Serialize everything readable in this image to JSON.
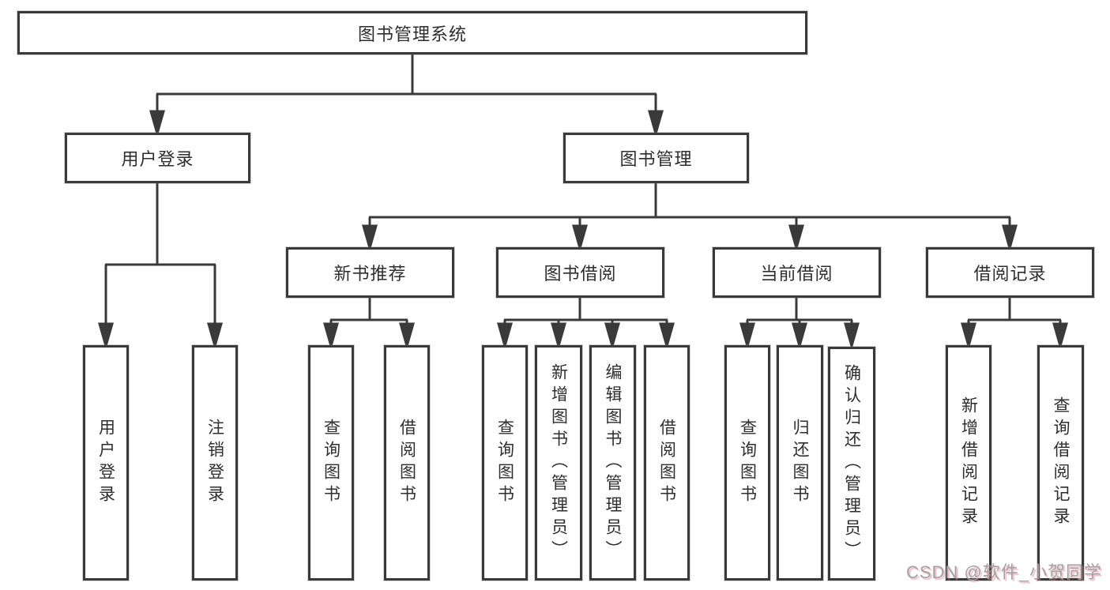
{
  "tree": {
    "root": "图书管理系统",
    "children": [
      {
        "label": "用户登录",
        "children": [
          {
            "label": "用户登录"
          },
          {
            "label": "注销登录"
          }
        ]
      },
      {
        "label": "图书管理",
        "children": [
          {
            "label": "新书推荐",
            "children": [
              {
                "label": "查询图书"
              },
              {
                "label": "借阅图书"
              }
            ]
          },
          {
            "label": "图书借阅",
            "children": [
              {
                "label": "查询图书"
              },
              {
                "label": "新增图书（管理员）"
              },
              {
                "label": "编辑图书（管理员）"
              },
              {
                "label": "借阅图书"
              }
            ]
          },
          {
            "label": "当前借阅",
            "children": [
              {
                "label": "查询图书"
              },
              {
                "label": "归还图书"
              },
              {
                "label": "确认归还（管理员）"
              }
            ]
          },
          {
            "label": "借阅记录",
            "children": [
              {
                "label": "新增借阅记录"
              },
              {
                "label": "查询借阅记录"
              }
            ]
          }
        ]
      }
    ]
  },
  "watermark": {
    "text": "CSDN @软件_小贺同学"
  },
  "colors": {
    "line": "#3a3a3a",
    "box_border": "#3a3a3a",
    "text": "#2e2e2e",
    "background": "#ffffff",
    "watermark_text": "#a2a2a2",
    "watermark_shadow": "#e28098"
  }
}
